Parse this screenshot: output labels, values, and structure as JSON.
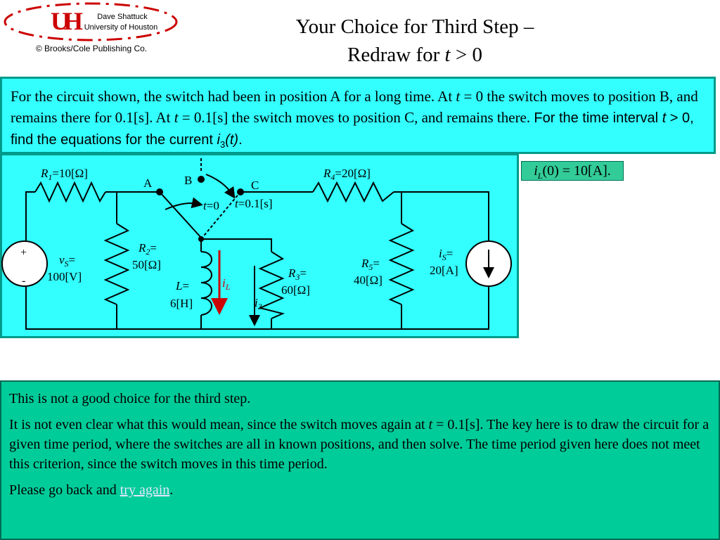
{
  "logo": {
    "text": "UH",
    "author": "Dave Shattuck",
    "institution": "University of Houston",
    "copyright": "© Brooks/Cole Publishing Co."
  },
  "slide": {
    "title_line1": "Your Choice for Third Step –",
    "title_line2_pre": "Redraw for ",
    "title_var": "t",
    "title_line2_post": " > 0"
  },
  "problem": {
    "part1": "For the circuit shown, the switch had been in position A for a long time.  At ",
    "t1": "t",
    "part2": " = 0 the switch moves to position B, and remains there for 0.1[s].  At ",
    "t2": "t",
    "part3": " = 0.1[s] the switch moves to position C, and remains there.  ",
    "sans_part1": "For the time interval ",
    "sans_t": "t",
    "sans_part2": " > 0, find the equations for the current ",
    "sans_i": "i",
    "sans_sub": "3",
    "sans_part3": "(t)",
    "sans_end": "."
  },
  "initial_condition": {
    "lhs_i": "i",
    "lhs_sub": "L",
    "rest": "(0) = 10[A]."
  },
  "circuit": {
    "source_plus": "+",
    "source_minus": "-",
    "vs_var": "v",
    "vs_sub": "S",
    "vs_eq": "=",
    "vs_value": "100[V]",
    "r1_var": "R",
    "r1_sub": "1",
    "r1_value": "=10[Ω]",
    "r2_var": "R",
    "r2_sub": "2",
    "r2_eq": "=",
    "r2_value": "50[Ω]",
    "node_a": "A",
    "node_b": "B",
    "node_c": "C",
    "t0_var": "t",
    "t0_value": "=0",
    "t01_var": "t",
    "t01_value": "=0.1[s]",
    "l_var": "L",
    "l_eq": "=",
    "l_value": "6[H]",
    "il_var": "i",
    "il_sub": "L",
    "r3_var": "R",
    "r3_sub": "3",
    "r3_eq": "=",
    "r3_value": "60[Ω]",
    "i3_var": "i",
    "i3_sub": "3",
    "r4_var": "R",
    "r4_sub": "4",
    "r4_value": "=20[Ω]",
    "r5_var": "R",
    "r5_sub": "5",
    "r5_eq": "=",
    "r5_value": "40[Ω]",
    "is_var": "i",
    "is_sub": "S",
    "is_eq": "=",
    "is_value": "20[A]"
  },
  "feedback": {
    "p1": "This is not a good choice for the third step.",
    "p2_a": "It is not even clear what this would mean, since the switch moves again at ",
    "p2_t": "t",
    "p2_b": " = 0.1[s].  The key here is to draw the circuit for a given time period, where the switches are all in known positions, and then solve.  The time period given here does not meet this criterion, since the switch moves in this time period.",
    "p3_a": "Please go back and ",
    "p3_link": "try again",
    "p3_b": "."
  },
  "colors": {
    "problem_bg": "#33ffff",
    "circuit_bg": "#33ffff",
    "answer_bg": "#00cc99",
    "il_arrow": "#cc0000",
    "logo_red": "#cc0000"
  }
}
